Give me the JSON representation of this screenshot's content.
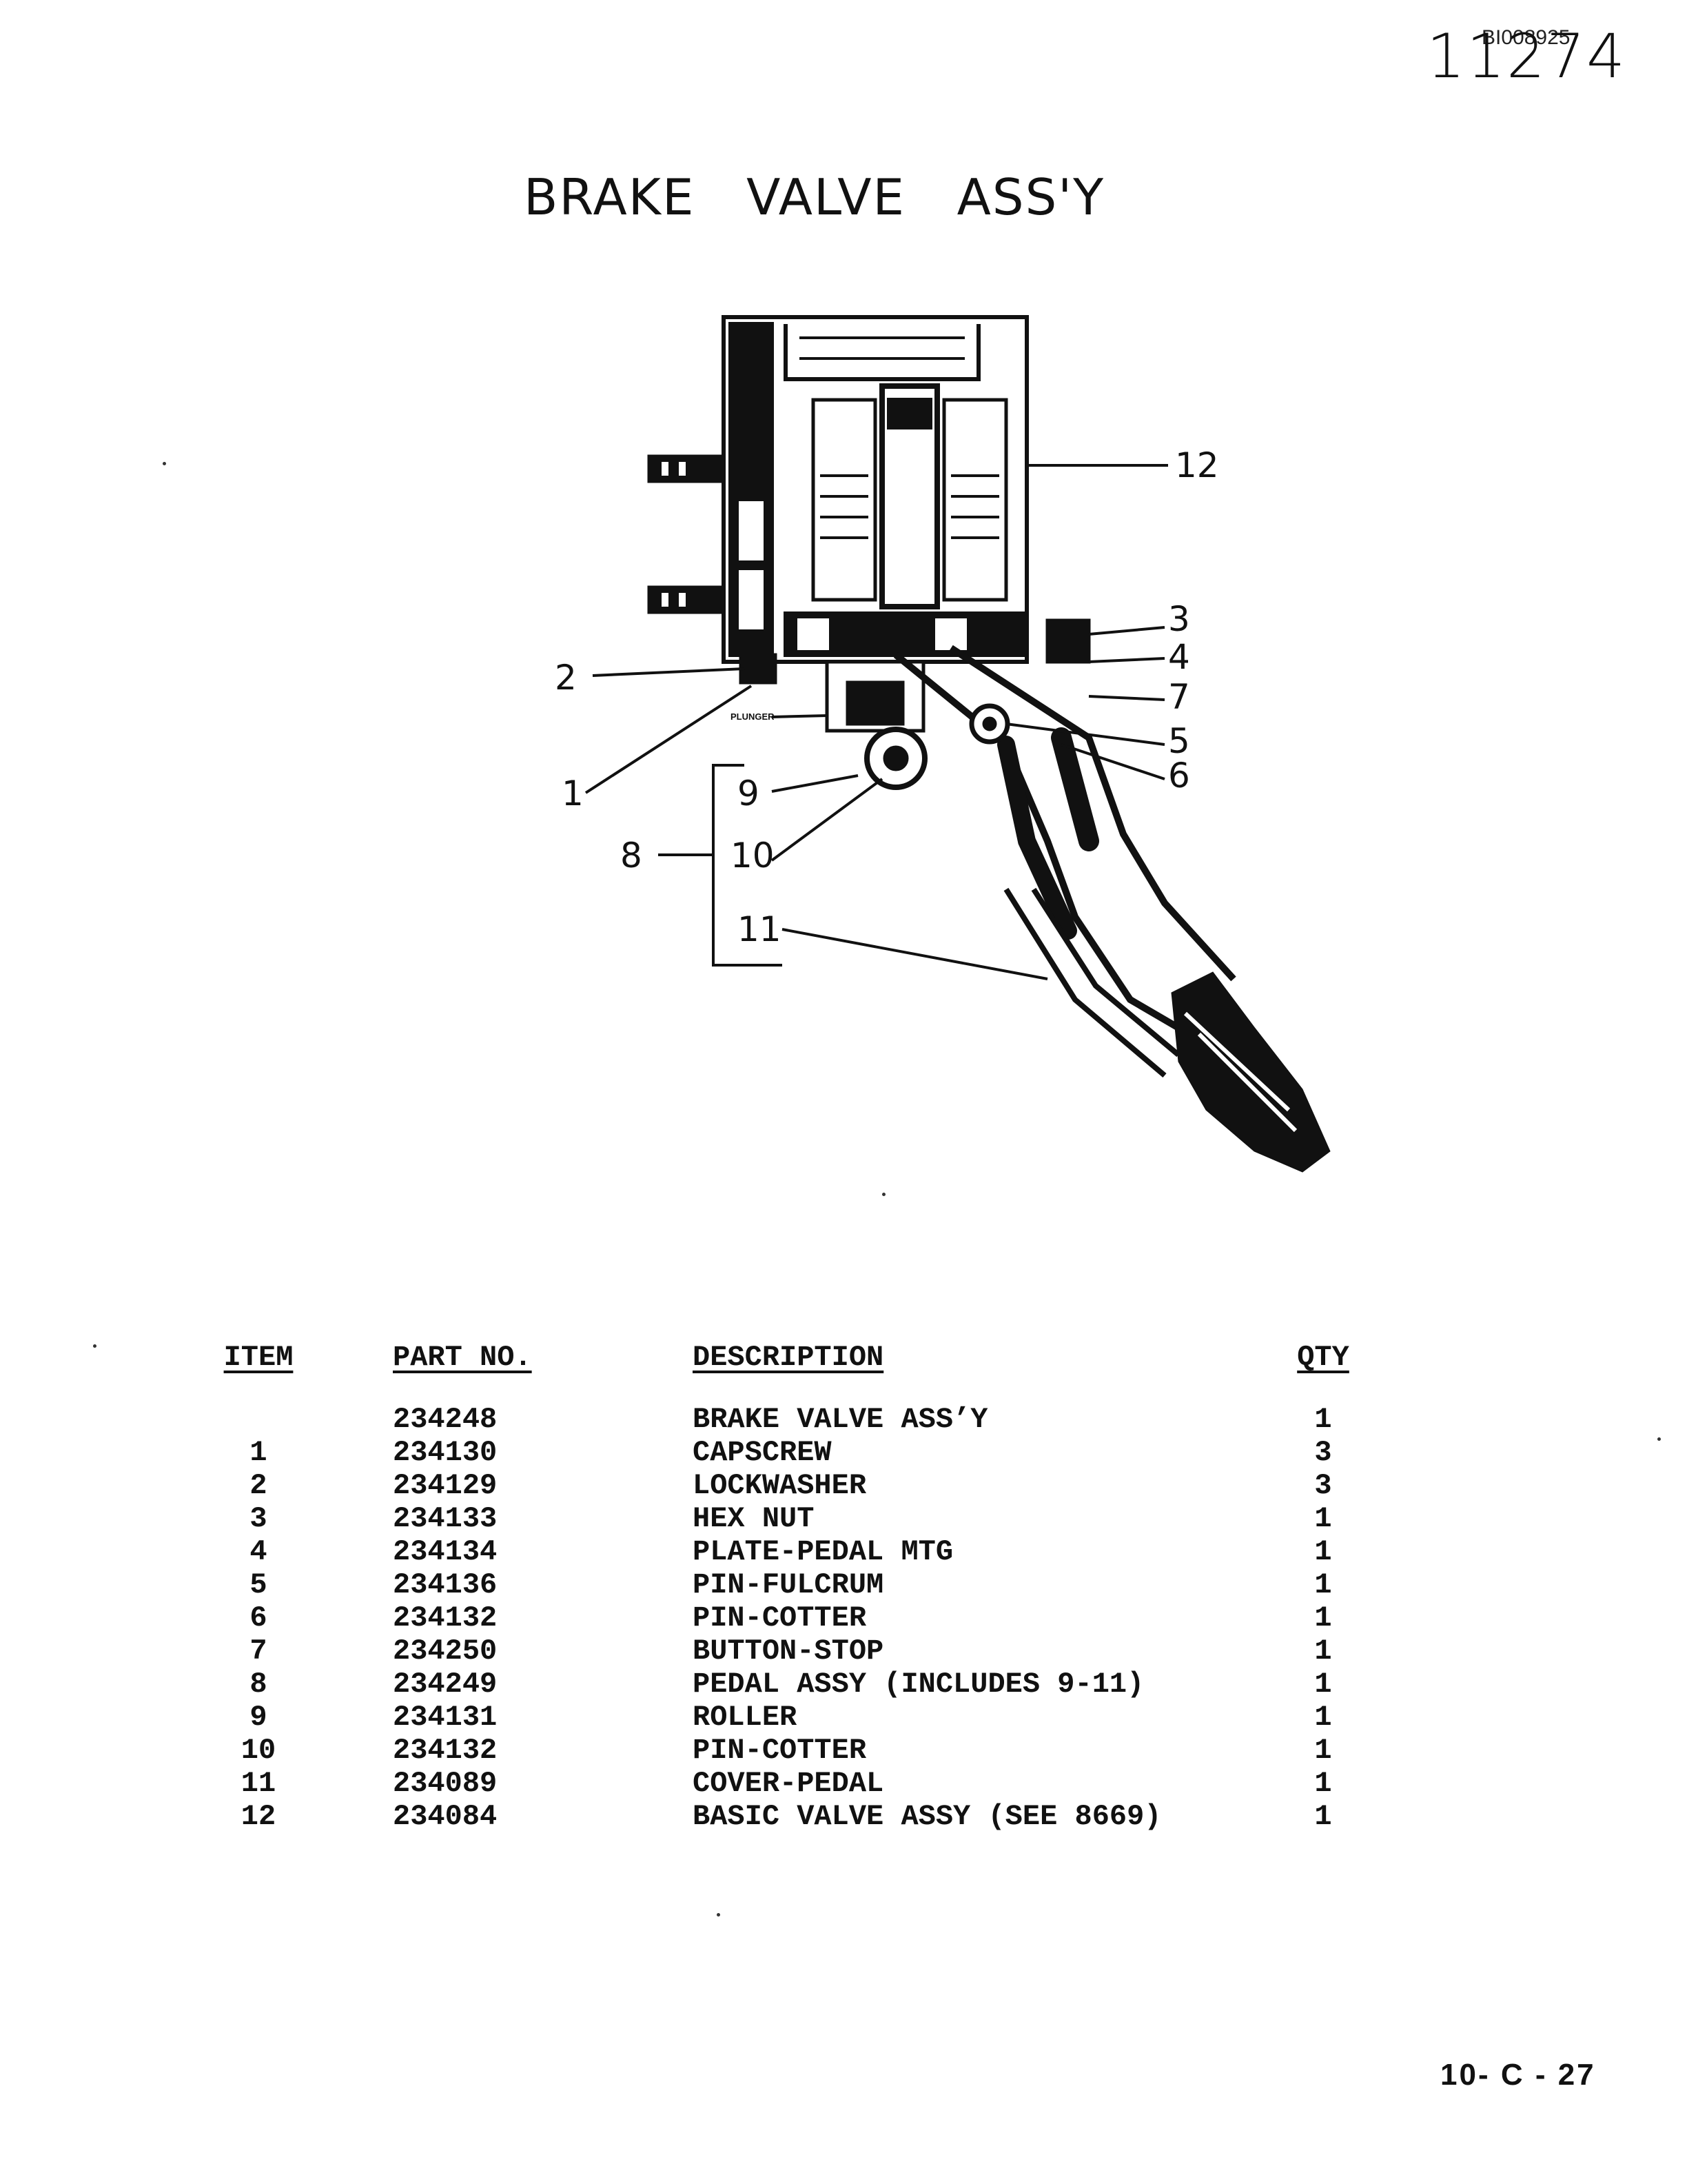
{
  "header": {
    "doc_id": "BI008925",
    "handwritten_number": "11274"
  },
  "title": "BRAKE   VALVE   ASS'Y",
  "diagram": {
    "plunger_label": "PLUNGER",
    "callouts": [
      "12",
      "3",
      "4",
      "2",
      "7",
      "5",
      "6",
      "1",
      "9",
      "8",
      "10",
      "11"
    ]
  },
  "parts_table": {
    "headers": {
      "item": "ITEM",
      "part_no": "PART NO.",
      "description": "DESCRIPTION",
      "qty": "QTY"
    },
    "rows": [
      {
        "item": "",
        "part_no": "234248",
        "description": "BRAKE VALVE ASS’Y",
        "qty": "1"
      },
      {
        "item": "1",
        "part_no": "234130",
        "description": "CAPSCREW",
        "qty": "3"
      },
      {
        "item": "2",
        "part_no": "234129",
        "description": "LOCKWASHER",
        "qty": "3"
      },
      {
        "item": "3",
        "part_no": "234133",
        "description": "HEX NUT",
        "qty": "1"
      },
      {
        "item": "4",
        "part_no": "234134",
        "description": "PLATE-PEDAL MTG",
        "qty": "1"
      },
      {
        "item": "5",
        "part_no": "234136",
        "description": "PIN-FULCRUM",
        "qty": "1"
      },
      {
        "item": "6",
        "part_no": "234132",
        "description": "PIN-COTTER",
        "qty": "1"
      },
      {
        "item": "7",
        "part_no": "234250",
        "description": "BUTTON-STOP",
        "qty": "1"
      },
      {
        "item": "8",
        "part_no": "234249",
        "description": "PEDAL ASSY (INCLUDES 9-11)",
        "qty": "1"
      },
      {
        "item": "9",
        "part_no": "234131",
        "description": "ROLLER",
        "qty": "1"
      },
      {
        "item": "10",
        "part_no": "234132",
        "description": "PIN-COTTER",
        "qty": "1"
      },
      {
        "item": "11",
        "part_no": "234089",
        "description": "COVER-PEDAL",
        "qty": "1"
      },
      {
        "item": "12",
        "part_no": "234084",
        "description": "BASIC VALVE ASSY (SEE 8669)",
        "qty": "1"
      }
    ]
  },
  "footer": {
    "page_ref": "10- C - 27"
  }
}
